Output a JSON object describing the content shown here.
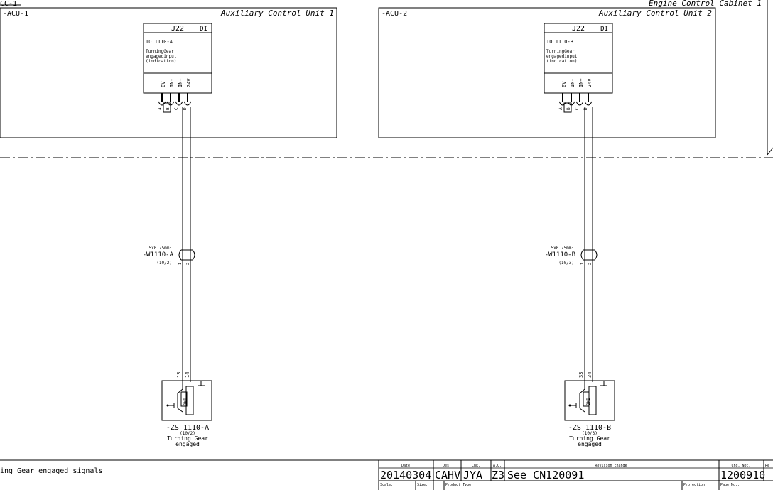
{
  "cabinet": {
    "id": "CC-1",
    "title": "Engine Control Cabinet 1"
  },
  "units": [
    {
      "tag": "-ACU-1",
      "title": "Auxiliary Control Unit 1",
      "module": {
        "name": "J22",
        "type": "DI",
        "io": "IO 1110-A",
        "desc": [
          "TurningGear",
          "engagedinput",
          "(indication)"
        ],
        "terminals": [
          "0V",
          "IN-",
          "IN+",
          "24V"
        ],
        "pins": [
          "A",
          "B",
          "C",
          "D"
        ]
      },
      "cable": {
        "spec": "5x0.75mm²",
        "tag": "-W1110-A",
        "ref": "(10/2)",
        "cores": [
          "1",
          "2"
        ]
      },
      "sensor": {
        "terminals": [
          "13",
          "14"
        ],
        "inner_label": "BKB",
        "tag": "-ZS 1110-A",
        "ref": "(10/2)",
        "desc": [
          "Turning Gear",
          "engaged"
        ]
      }
    },
    {
      "tag": "-ACU-2",
      "title": "Auxiliary Control Unit 2",
      "module": {
        "name": "J22",
        "type": "DI",
        "io": "IO 1110-B",
        "desc": [
          "TurningGear",
          "engagedinput",
          "(indication)"
        ],
        "terminals": [
          "0V",
          "IN-",
          "IN+",
          "24V"
        ],
        "pins": [
          "A",
          "B",
          "C",
          "D"
        ]
      },
      "cable": {
        "spec": "5x0.75mm²",
        "tag": "-W1110-B",
        "ref": "(10/3)",
        "cores": [
          "1",
          "2"
        ]
      },
      "sensor": {
        "terminals": [
          "33",
          "34"
        ],
        "inner_label": "BKB",
        "tag": "-ZS 1110-B",
        "ref": "(10/3)",
        "desc": [
          "Turning Gear",
          "engaged"
        ]
      }
    }
  ],
  "title_block": {
    "drawing_title": "ing Gear engaged signals",
    "headers": {
      "date": "Date",
      "des": "Des.",
      "chk": "Chk.",
      "ac": "A.C.",
      "revision": "Revision change",
      "chg": "Chg. Not.",
      "rev": "Re"
    },
    "row": {
      "date": "20140304",
      "des": "CAHV",
      "chk": "JYA",
      "ac": "Z3",
      "revision": "See CN120091",
      "chg": "1200910"
    },
    "labels": {
      "scale": "Scale:",
      "size": "Size:",
      "product_type": "Product Type:",
      "projection": "Projection:",
      "page_no": "Page No.:"
    }
  }
}
